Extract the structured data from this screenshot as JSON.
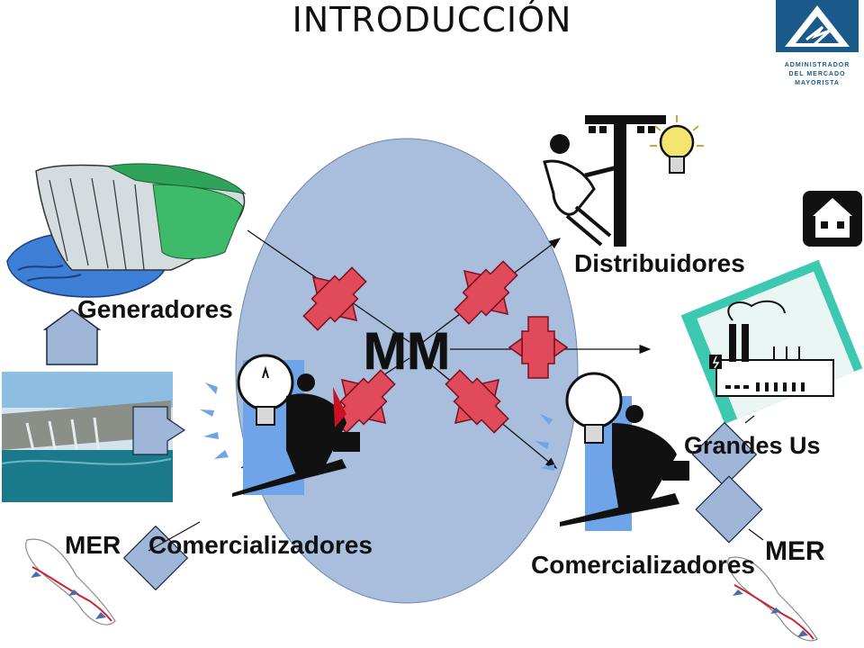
{
  "title": "INTRODUCCIÓN",
  "logo": {
    "lines": [
      "ADMINISTRADOR",
      "DEL MERCADO",
      "MAYORISTA"
    ],
    "color": "#1a5a8a"
  },
  "center": {
    "label": "MM",
    "fill": "#a8bedc"
  },
  "labels": {
    "generadores": "Generadores",
    "distribuidores": "Distribuidores",
    "grandes_usuarios": "Grandes Us",
    "comercializadores_left": "Comercializadores",
    "comercializadores_right": "Comercializadores",
    "mer_left": "MER",
    "mer_right": "MER"
  },
  "colors": {
    "flow_arrow_fill": "#e04a5a",
    "ellipse": "#a8bedc",
    "mer_box": "#9fb6d8",
    "teal": "#3cc9b0"
  }
}
